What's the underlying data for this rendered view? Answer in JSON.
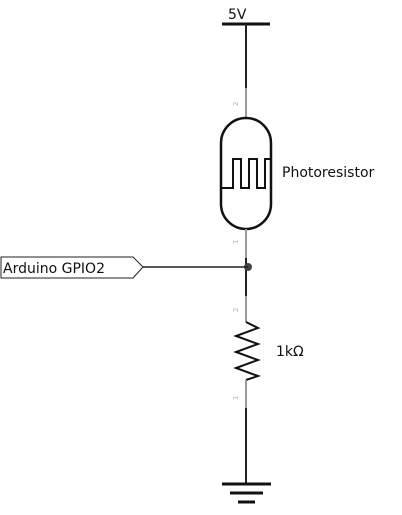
{
  "schematic": {
    "supply_label": "5V",
    "photoresistor_label": "Photoresistor",
    "resistor_label": "1kΩ",
    "port_label": "Arduino GPIO2",
    "pins": {
      "photo_top": "2",
      "photo_bottom": "1",
      "res_top": "2",
      "res_bottom": "1"
    }
  },
  "colors": {
    "wire": "#222222",
    "pin_lead": "#9a9a9a",
    "text": "#111111"
  }
}
